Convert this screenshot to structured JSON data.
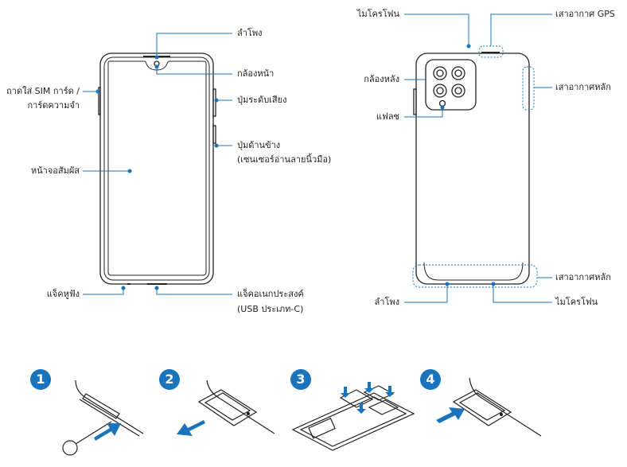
{
  "front": {
    "speaker": "ลำโพง",
    "front_camera": "กล้องหน้า",
    "volume_key": "ปุ่มระดับเสียง",
    "side_key_line1": "ปุ่มด้านข้าง",
    "side_key_line2": "(เซนเซอร์อ่านลายนิ้วมือ)",
    "sim_tray_line1": "ถาดใส่ SIM การ์ด /",
    "sim_tray_line2": "การ์ดความจำ",
    "touchscreen": "หน้าจอสัมผัส",
    "earphone_jack": "แจ็คหูฟัง",
    "multipurpose_jack_line1": "แจ็คอเนกประสงค์",
    "multipurpose_jack_line2": "(USB ประเภท-C)"
  },
  "back": {
    "microphone_top": "ไมโครโฟน",
    "gps_antenna": "เสาอากาศ GPS",
    "rear_camera": "กล้องหลัง",
    "main_antenna_top": "เสาอากาศหลัก",
    "flash": "แฟลช",
    "main_antenna_bottom": "เสาอากาศหลัก",
    "speaker": "ลำโพง",
    "microphone_bottom": "ไมโครโฟน"
  },
  "steps": [
    "1",
    "2",
    "3",
    "4"
  ],
  "colors": {
    "accent": "#1a73bd",
    "line": "#1a73bd",
    "outline": "#222222"
  }
}
